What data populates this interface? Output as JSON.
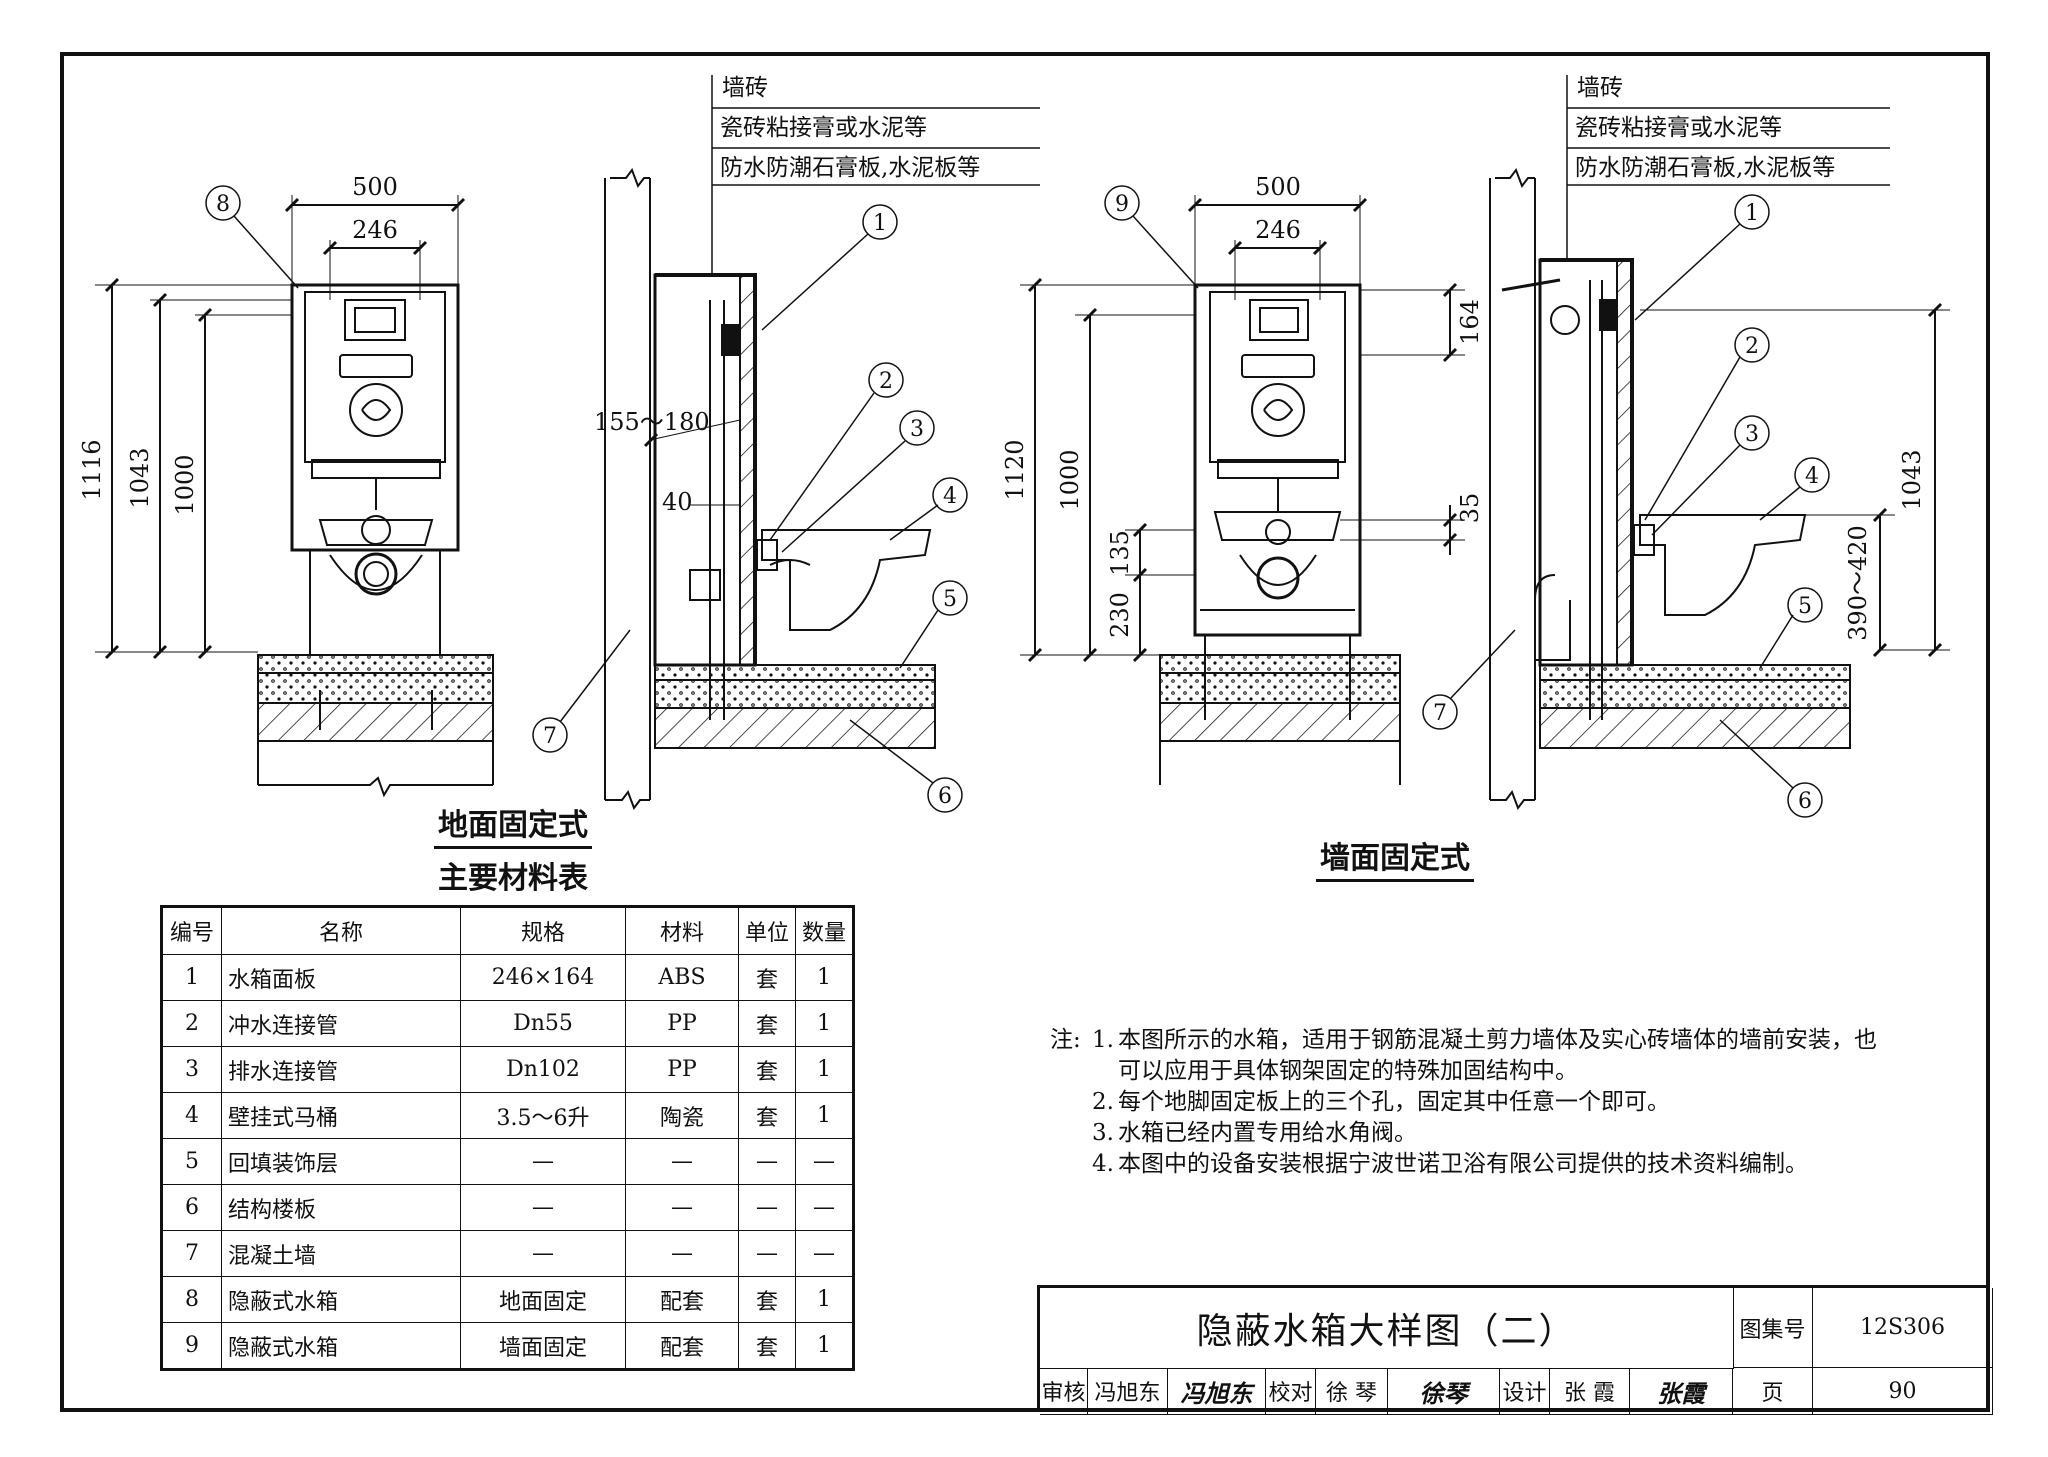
{
  "floor_view": {
    "title": "地面固定式",
    "dims": {
      "width_outer": "500",
      "width_panel": "246",
      "h1": "1116",
      "h2": "1043",
      "h3": "1000"
    },
    "callout": "8"
  },
  "floor_section": {
    "layers": [
      "墙砖",
      "瓷砖粘接膏或水泥等",
      "防水防潮石膏板,水泥板等"
    ],
    "dims": {
      "gap": "155～180",
      "d40": "40"
    },
    "callouts": [
      "1",
      "2",
      "3",
      "4",
      "5",
      "6",
      "7"
    ]
  },
  "wall_view": {
    "title": "墙面固定式",
    "dims": {
      "width_outer": "500",
      "width_panel": "246",
      "h1": "1120",
      "h2": "1000",
      "h3": "164",
      "h4": "35",
      "h5": "135",
      "h6": "230"
    },
    "callout": "9"
  },
  "wall_section": {
    "layers": [
      "墙砖",
      "瓷砖粘接膏或水泥等",
      "防水防潮石膏板,水泥板等"
    ],
    "dims": {
      "h1": "1043",
      "range": "390～420"
    },
    "callouts": [
      "1",
      "2",
      "3",
      "4",
      "5",
      "6",
      "7"
    ]
  },
  "materials": {
    "title": "主要材料表",
    "headers": [
      "编号",
      "名称",
      "规格",
      "材料",
      "单位",
      "数量"
    ],
    "rows": [
      [
        "1",
        "水箱面板",
        "246×164",
        "ABS",
        "套",
        "1"
      ],
      [
        "2",
        "冲水连接管",
        "Dn55",
        "PP",
        "套",
        "1"
      ],
      [
        "3",
        "排水连接管",
        "Dn102",
        "PP",
        "套",
        "1"
      ],
      [
        "4",
        "壁挂式马桶",
        "3.5～6升",
        "陶瓷",
        "套",
        "1"
      ],
      [
        "5",
        "回填装饰层",
        "—",
        "—",
        "—",
        "—"
      ],
      [
        "6",
        "结构楼板",
        "—",
        "—",
        "—",
        "—"
      ],
      [
        "7",
        "混凝土墙",
        "—",
        "—",
        "—",
        "—"
      ],
      [
        "8",
        "隐蔽式水箱",
        "地面固定",
        "配套",
        "套",
        "1"
      ],
      [
        "9",
        "隐蔽式水箱",
        "墙面固定",
        "配套",
        "套",
        "1"
      ]
    ]
  },
  "notes": {
    "prefix": "注:",
    "items": [
      {
        "num": "1.",
        "text": "本图所示的水箱，适用于钢筋混凝土剪力墙体及实心砖墙体的墙前安装，也可以应用于具体钢架固定的特殊加固结构中。"
      },
      {
        "num": "2.",
        "text": "每个地脚固定板上的三个孔，固定其中任意一个即可。"
      },
      {
        "num": "3.",
        "text": "水箱已经内置专用给水角阀。"
      },
      {
        "num": "4.",
        "text": "本图中的设备安装根据宁波世诺卫浴有限公司提供的技术资料编制。"
      }
    ]
  },
  "title_block": {
    "title": "隐蔽水箱大样图（二）",
    "atlas_label": "图集号",
    "atlas_no": "12S306",
    "review_label": "审核",
    "reviewer": "冯旭东",
    "review_sig": "冯旭东",
    "check_label": "校对",
    "checker": "徐 琴",
    "check_sig": "徐琴",
    "design_label": "设计",
    "designer": "张 霞",
    "design_sig": "张霞",
    "page_label": "页",
    "page_no": "90"
  }
}
